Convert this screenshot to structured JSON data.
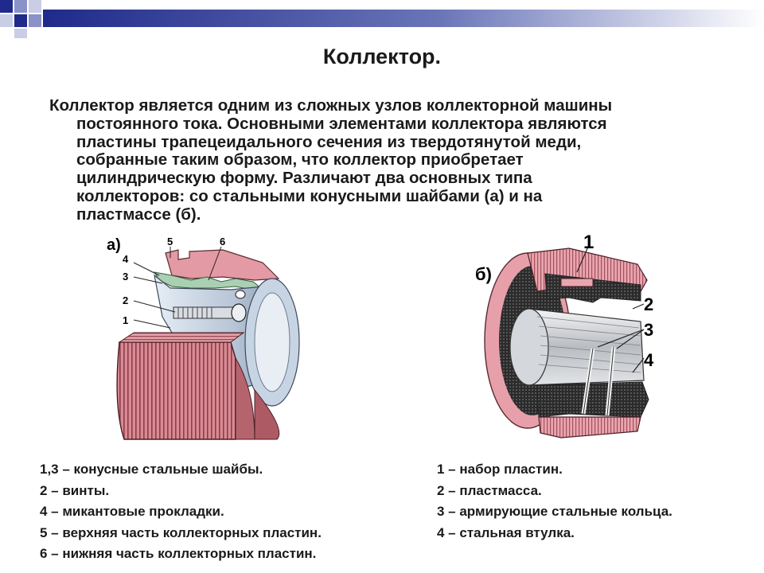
{
  "slide": {
    "title": "Коллектор.",
    "paragraph_lines": [
      "Коллектор является одним из сложных узлов коллекторной машины",
      "постоянного тока. Основными элементами коллектора являются",
      "пластины трапецеидального сечения из твердотянутой меди,",
      "собранные таким образом, что коллектор приобретает",
      "цилиндрическую форму. Различают два основных типа",
      "коллекторов: со стальными конусными шайбами (а) и на",
      "пластмассе (б)."
    ]
  },
  "figure_a": {
    "tag": "а)",
    "callouts": [
      "5",
      "6",
      "4",
      "3",
      "2",
      "1"
    ],
    "colors": {
      "copper": "#d98a94",
      "copper_dark": "#8c3f48",
      "steel": "#b8c6d8",
      "mica": "#9fc7a8"
    }
  },
  "figure_b": {
    "tag": "б)",
    "callouts": [
      "1",
      "2",
      "3",
      "4"
    ],
    "colors": {
      "copper": "#e7a0aa",
      "plastic": "#2f2f2f",
      "sleeve": "#c9ccd0"
    }
  },
  "legend_a": [
    "1,3 – конусные стальные шайбы.",
    "2 – винты.",
    "4 – микантовые прокладки.",
    "5 – верхняя часть коллекторных пластин.",
    "6 – нижняя часть коллекторных пластин."
  ],
  "legend_b": [
    "1 – набор пластин.",
    "2 – пластмасса.",
    "3 – армирующие стальные кольца.",
    "4 – стальная втулка."
  ]
}
